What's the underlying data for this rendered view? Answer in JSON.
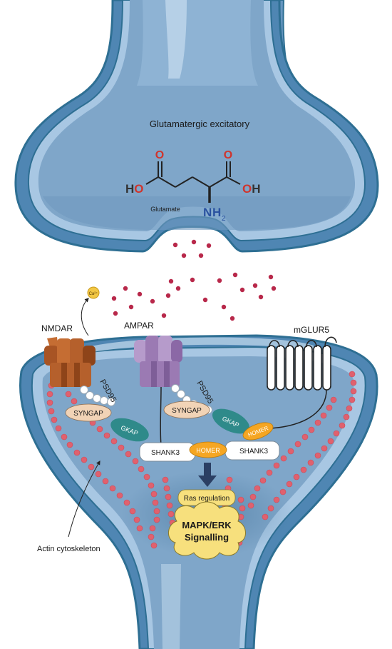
{
  "title": "Glutamatergic excitatory",
  "molecule": {
    "name": "Glutamate",
    "atom_o_left": "O",
    "atom_o_right": "O",
    "ho": "HO",
    "oh": "OH",
    "n": "N",
    "h2": "H",
    "sub2": "2"
  },
  "receptors": {
    "nmdar": "NMDAR",
    "ampar": "AMPAR",
    "mglur5": "mGLUR5"
  },
  "ion": "Ca²⁺",
  "proteins": {
    "psd95_a": "PSD95",
    "psd95_b": "PSD95",
    "syngap_a": "SYNGAP",
    "syngap_b": "SYNGAP",
    "gkap_a": "GKAP",
    "gkap_b": "GKAP",
    "shank3_a": "SHANK3",
    "shank3_b": "SHANK3",
    "homer_a": "HOMER",
    "homer_b": "HOMER"
  },
  "pathway": {
    "ras": "Ras regulation",
    "mapk_line1": "MAPK/ERK",
    "mapk_line2": "Signalling"
  },
  "cytoskeleton_label": "Actin cytoskeleton",
  "colors": {
    "membrane_outer": "#2e6f93",
    "cytoplasm": "#87afd1",
    "glutamate_dot": "#b8284a",
    "actin": "#e0616e",
    "nmdar": "#b5602c",
    "ampar": "#9b7ab3",
    "gkap": "#2f8a8a",
    "homer": "#f5a623",
    "syngap": "#f1d3b6",
    "mapk": "#f7e07d"
  }
}
